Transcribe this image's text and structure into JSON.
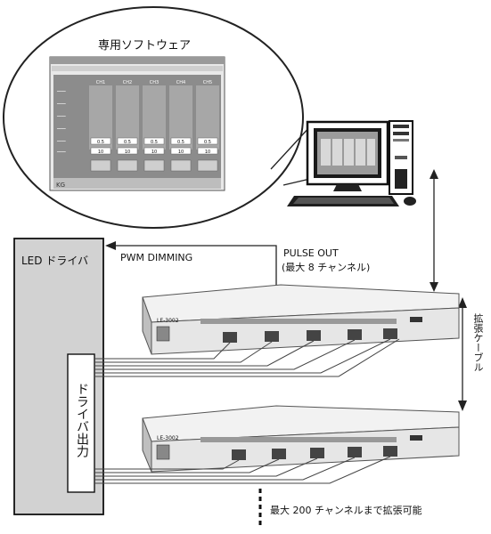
{
  "software": {
    "title": "専用ソフトウェア",
    "channels": [
      "CH1",
      "CH2",
      "CH3",
      "CH4",
      "CH5"
    ],
    "input_values": [
      "0.5",
      "0.5",
      "0.5",
      "0.5",
      "0.5"
    ],
    "input_values_2": [
      "10",
      "10",
      "10",
      "10",
      "10"
    ]
  },
  "labels": {
    "led_driver": "LED ドライバ",
    "pwm_dimming": "PWM DIMMING",
    "pulse_out": "PULSE OUT",
    "pulse_out_sub": "(最大 8 チャンネル)",
    "expansion_cable": "拡張ケーブル",
    "driver_output": "ドライバ出力",
    "max_expand": "最大 200 チャンネルまで拡張可能"
  },
  "devices": {
    "model": "LE-3002"
  }
}
